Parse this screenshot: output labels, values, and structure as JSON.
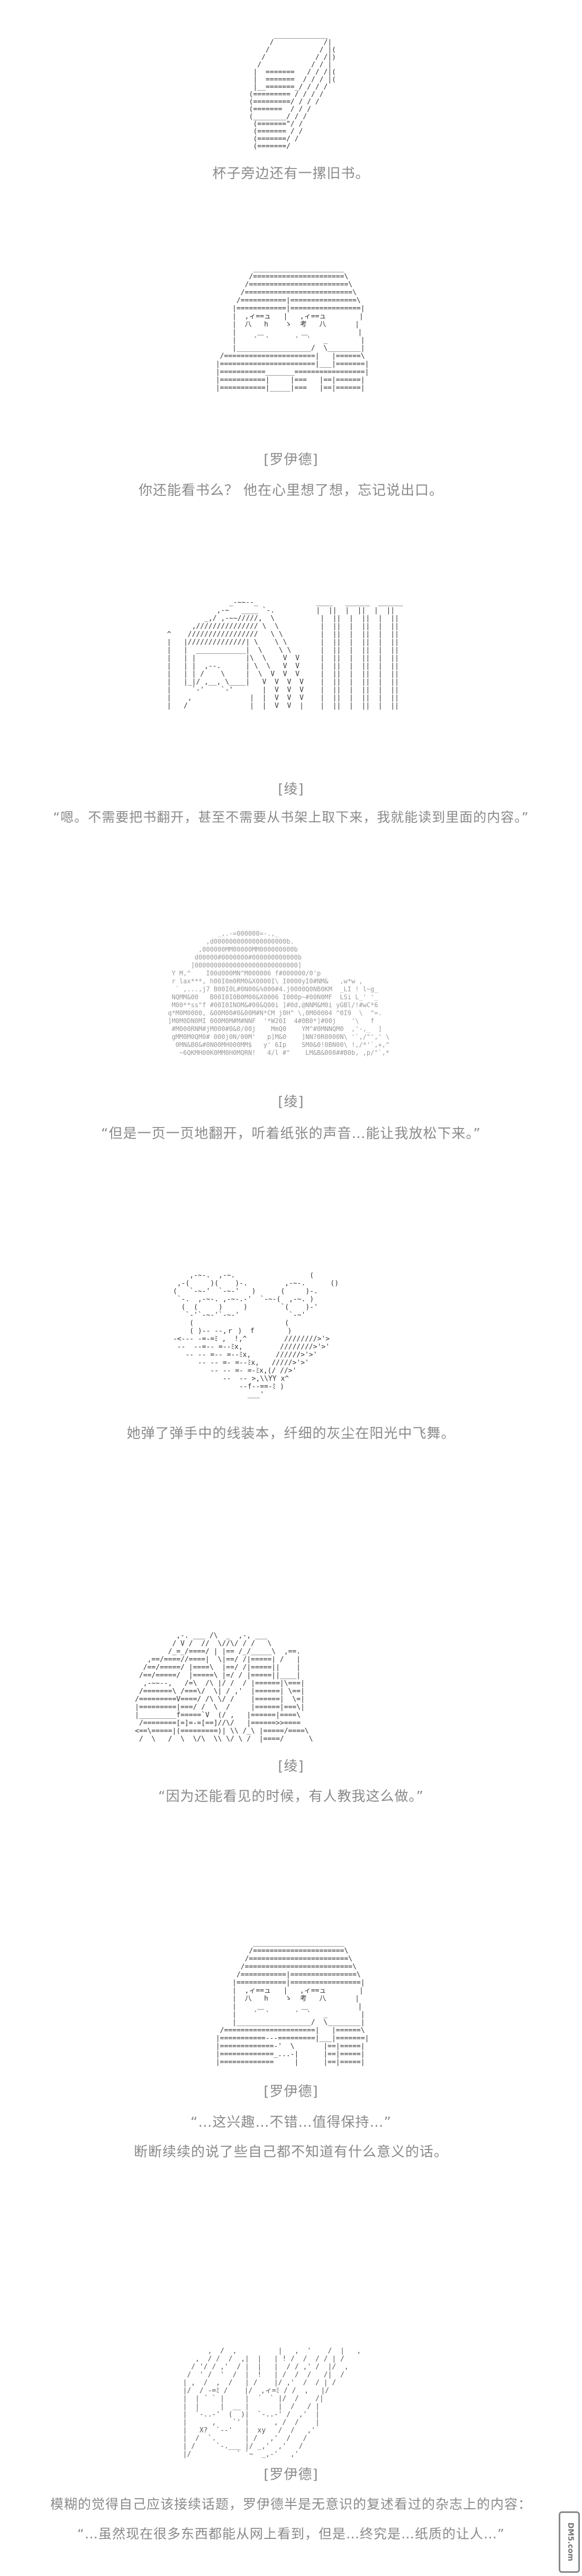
{
  "panels": [
    {
      "art": "        _____________\n       /            /|\n      /            / |(\n     /            / /|)\n    /            / / |\n   |  =======   / / /|(\n   |  =======  / / / |(\n   |__=======_/ / / /\n  (========= / / / /\n  (=========/ / / /\n  (=======  / / /\n  (________/ / /\n   (=======\"/ /\n   (======= / /\n   (=======/ /\n   (=======/",
      "captions": [
        "杯子旁边还有一摞旧书。"
      ]
    },
    {
      "art": "          ______________________\n         /======================\\\n        /========================\\\n       /==========================\\\n      /===========|================\\\n     |============|=================|\n     |  ,ィ==ュ   |   ,ィ==ュ        |\n     |  八   h    ゝ  考   八       |\n     |     ＿         ＿            |\n     |    ´  `      ´  `   _        |\n     |__________________/  \\________|\n  /======================|   |======\\\n |=======================|___|=======|\n |===========_______=================|\n |===========|     |===   |==|======|\n |===========|_____|===   |==|======|",
      "speaker": "[罗伊德]",
      "captions": [
        "你还能看书么？ 他在心里想了想，忘记说出口。"
      ]
    },
    {
      "art": "                 _-~~--_              ____   ______  ______\n              ,-~   ____ `-.          |  ||  |  ||  |  ||\n           _,/ ,-~~/////,  \\           |  ||  |  ||  |  ||\n        ,/////////////// \\  \\          |  ||  |  ||  |  ||\n  ^    /////////////////   \\ \\         |  ||  |  ||  |  ||\n  |   |//////////////| \\    \\ \\        |  ||  |  ||  |  ||\n  |   |  ____________|  \\    \\ \\       |  ||  |  ||  |  ||\n  |   | |            |\\  \\    V  V     |  ||  |  ||  |  ||\n  |   | |  ,--.      | \\  \\   V  V     |  ||  |  ||  |  ||\n  |   | | /    \\     |  \\  V  V  V     |  ||  |  ||  |  ||\n  |   |_|/ ,__, \\____|   V  V  V  V    |  ||  |  ||  |  ||\n  |     `-'    `-'       |  V  V  V    |  ||  |  ||  |  ||\n  |    ,              |  |  V  V  V    |  ||  |  ||  |  ||\n  |   /               |  |  V  V  |    |  ||  |  ||  |  ||",
      "speaker": "[绫]",
      "captions": [
        "“嗯。不需要把书翻开，甚至不需要从书架上取下来，我就能读到里面的内容。”"
      ]
    },
    {
      "art": "              _,.-=000000=-.,_\n           ,d0000000000000000000b.\n         ,000000MM00000MM000000000b\n        d00000#0000000#000000000000b\n       ]000000000000000000000000000]\n  Y M,^    I00d000MN^M000006 f#000000/0'p\n  r lax***, h00I0m0RM0&X0000I\\ I0000yI0#NM&   ,w*w ,\n   ` ,...,j7 B00I0L#0N00&%000#4.j0000Q0NB0KM  _LI ! l~g_\n  NQMM&00   B00I0I0B0M00&X0006 I000p~#00N0MF  LSi L_' '_\n  M00**ss\"f #00I0INOM&#00&Q00i ]#0d,@NNM&M0i yGBl/!#wC*6\n q*M0M0000, &00M00#0&00M#N*CM j0H^ \\,0M00004 ^0I9  \\  ^=.\n ]M0M0DN0MI 000M0M#M#NNF  '*W20I  4#0B0*]#00j    '\\   f\n  #M000RNM#jM000#0&0/00j    MmQ0    YM^#0MNNQM0  ,'-,_  ]\n  gMM0M0QM0# 000j0N/00M'   p]M&0    ]NN?0R0000N\\ '`,/\"',' \\\n   0MN&B0&#0N00MH000MM$   y' 6Ip    SM0&0!0BN00\\ !,/*'`,+,^\n    ~6QKMH00K0MM0H0MQRN!   4/l #\"    LM&B&008##B0b, ,p/\"`,*",
      "speaker": "[绫]",
      "captions": [
        "“但是一页一页地翻开，听着纸张的声音…能让我放松下来。”"
      ]
    },
    {
      "art": "          ,-~-.  ,-~.                  (\n       ,-(     )(    )-.         ,-~-.      ()\n      (   `-~-'  `-~-'   )      (     )-.\n       `-.  ,-~-. ,-~-.-'  `-~-(  ,-~. )\n        (  (     )     )        `(    )-'\n         `-'`-~-'`-~-'            `-~'\n          (                      (\n          ( )-- --,ｒ )  f        )\n      -<--- -=-=ﾐ ,  !,^         ////////>'>\n       --  --=-- =--ﾐx,         ////////>'>'\n         -- -- =-- =--ﾐx,      //////>'>'\n            -- -- =- =--ﾐx,   /////>'>'\n               -- -- =- =-ﾐx,(/ //>'\n                  --  -- >,\\\\YY x^\n                      --f--==-ﾐ )\n                        ___'",
      "captions": [
        "她弹了弹手中的线装本，纤细的灰尘在阳光中飞舞。"
      ]
    },
    {
      "art": "          ,-. ___ /\\  _  ,-, ___\n         / V /  //  \\//\\/ / /   \\\n        /_=_/====/ | |== /_/_____\\  ,==.\n   ,==/====//====|  \\|==/ /|=====| /   |\n  /==/=====/ |====\\  |==/ /|=====||    |\n /==/=====/  |=====\\ |=/ / |=====||____|\n  ,-~~--,   /=\\  /\\ |/ /  / |======|\\===|\n /=======\\ /===\\/  \\| / ,'  |======| \\==|\n/=========V====/ /\\ \\/ /    |======|  \\=|\n|=========|===/ /  \\  /     |======|===\\|\n|_________f=====`V  (/ ,   |======|====\\\n /========[=]=-=[==]//\\/   |======>>====\n<==\\=====|(=========)| \\\\ /_\\ |=====/====\\\n /  \\   /  \\  \\/\\  \\\\ \\/ \\ /  |====/      \\",
      "speaker": "[绫]",
      "captions": [
        "“因为还能看见的时候，有人教我这么做。”"
      ]
    },
    {
      "art": "          ______________________\n         /======================\\\n        /========================\\\n       /==========================\\\n      /===========|================\\\n     |============|=================|\n     |  ,ィ==ュ   |   ,ィ==ュ        |\n     |  八   h    ゝ  考   八       |\n     |     ＿         ＿            |\n     |    ´  `      ´  `   _        |\n     |__________________/  \\________|\n  /======================|   |======\\\n |===========---=========|___|=======|\n |=============-'  \\       |==|=====|\n |=============_...-|      |==|=====|\n |=============     |      |==|=====|",
      "speaker": "[罗伊德]",
      "captions": [
        "“…这兴趣…不错…值得保持…”",
        "断断续续的说了些自己都不知道有什么意义的话。"
      ]
    },
    {
      "art": "        ,  /  ,          |   ,  '    /  |   ,\n     ,  / /  /  ,|  |   | ! /  /  / / | /\n    / '/ / ,'  / |  |   |  / / ,' /  |/  ,\n   /  ' /  '  /  |  !   | /  /  /   /|  /\n  | ,  /  ,  /   | /    |/ ,'  /  / | /\n  |/  / -=ﾐ /    |/  ,ィ=ﾐ / /  ,   |/\n  |  | ´ ` |     |  ´  ` |/  /    /|\n  |  |     |  __ |       |  /   / |\n  |  `-..-'  (  )|  `-..-' /  ,'  |\n  |      ,    `' |      , /  /    |\n  |   X?  `--'   |  xy   /  /   ,'\n  |  /  `.       | /   ,'  /   /\n  | /     `-.___ |/ _,'  ,'   /\n  |/           ` `~  _,-'   ,'",
      "speaker": "[罗伊德]",
      "captions": [
        "模糊的觉得自己应该接续话题，罗伊德半是无意识的复述看过的杂志上的内容：",
        "“…虽然现在很多东西都能从网上看到，但是…终究是…纸质的让人…”"
      ]
    }
  ],
  "watermark": "DM5.com"
}
